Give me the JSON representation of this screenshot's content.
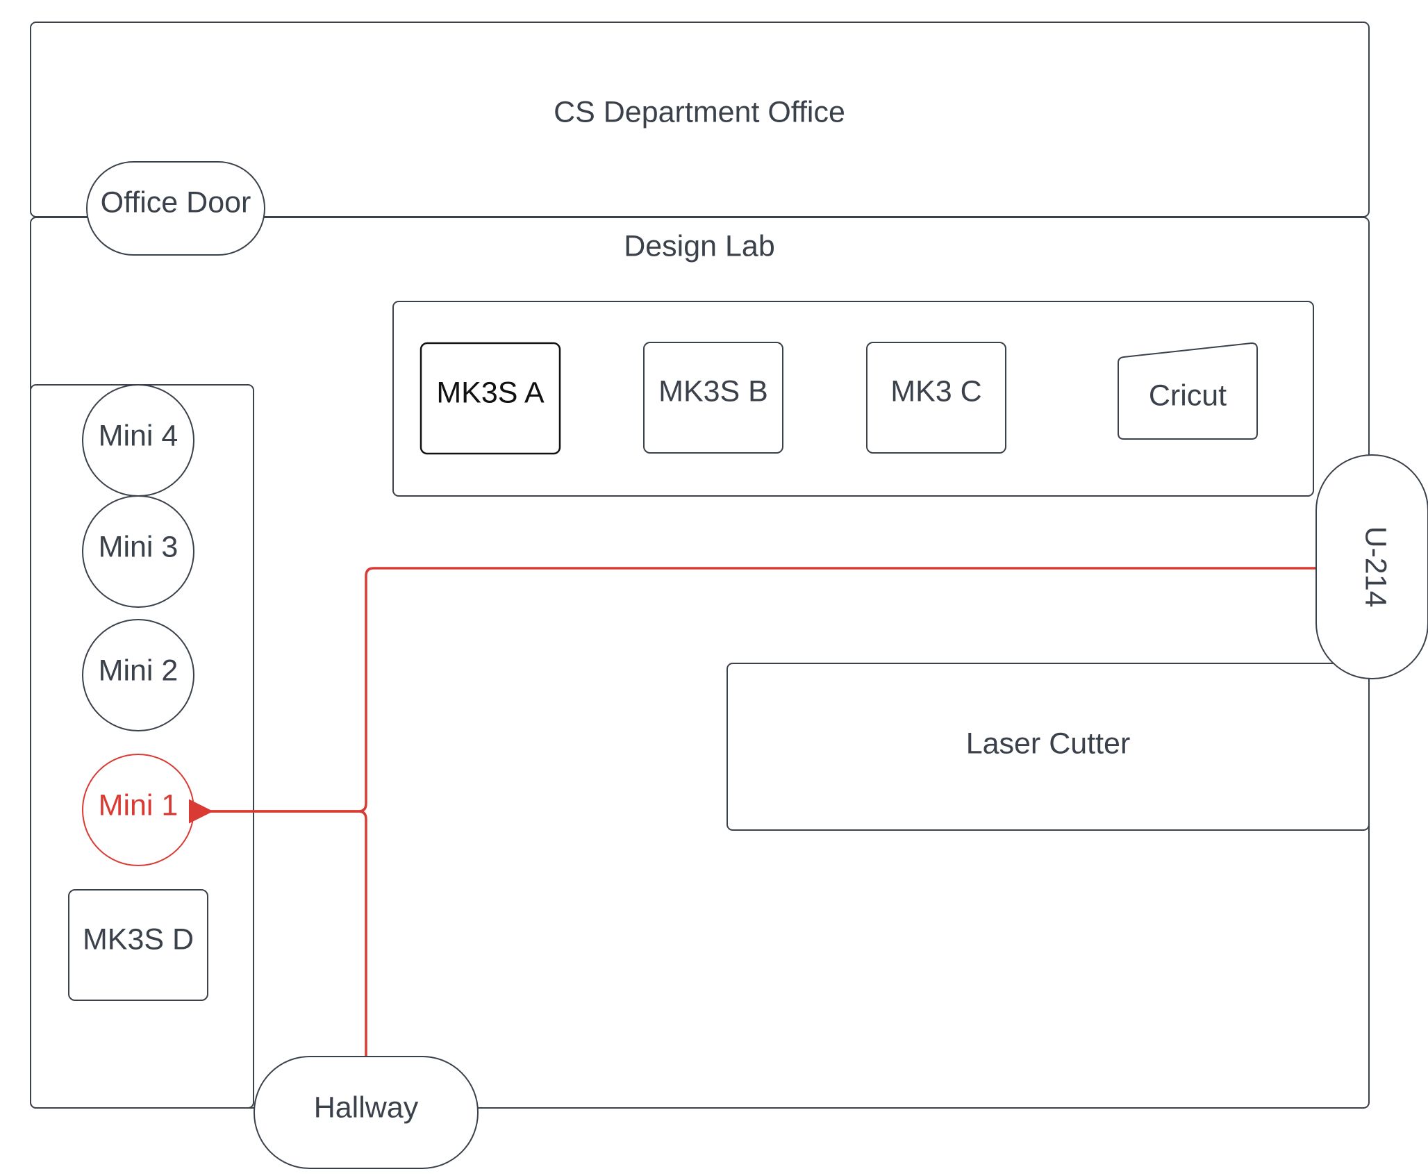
{
  "diagram": {
    "rooms": {
      "office": "CS Department Office",
      "lab": "Design Lab"
    },
    "doors": {
      "office_door": "Office Door",
      "u214": "U-214",
      "hallway": "Hallway"
    },
    "printers": {
      "mk3s_a": "MK3S A",
      "mk3s_b": "MK3S B",
      "mk3_c": "MK3 C",
      "cricut": "Cricut",
      "mini4": "Mini 4",
      "mini3": "Mini 3",
      "mini2": "Mini 2",
      "mini1": "Mini 1",
      "mk3s_d": "MK3S D"
    },
    "laser_cutter": "Laser Cutter"
  },
  "colors": {
    "outline": "#3a414a",
    "highlight": "#d93a33",
    "background": "#ffffff"
  }
}
